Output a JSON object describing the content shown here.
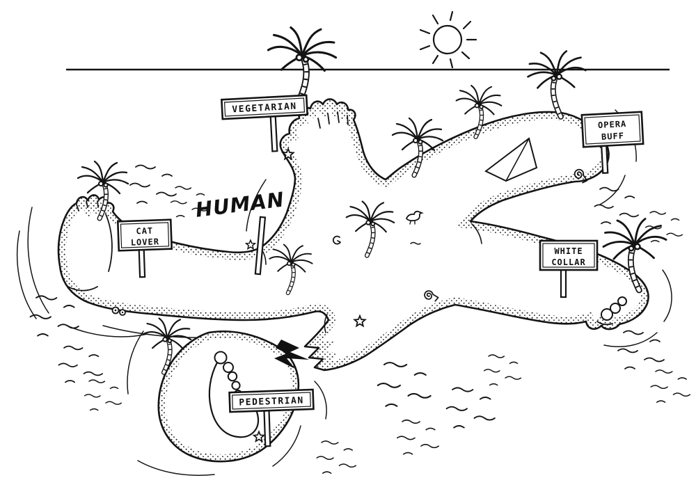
{
  "meta": {
    "colors": {
      "ink": "#141414",
      "paper": "#ffffff"
    },
    "description_labels": {
      "scene_kind": "cartoon-island-shaped-like-human"
    }
  },
  "scene": {
    "signs": {
      "vegetarian": {
        "label": "VEGETARIAN"
      },
      "human": {
        "label": "HUMAN"
      },
      "opera_buff": {
        "line1": "OPERA",
        "line2": "BUFF"
      },
      "cat_lover": {
        "line1": "CAT",
        "line2": "LOVER"
      },
      "white_collar": {
        "line1": "WHITE",
        "line2": "COLLAR"
      },
      "pedestrian": {
        "label": "PEDESTRIAN"
      }
    },
    "decorations": [
      "sun",
      "horizon",
      "palm-trees",
      "starfish",
      "seashells",
      "snails",
      "water-ripples",
      "bird",
      "lightning-break",
      "collar-shape",
      "footprints-toes"
    ]
  }
}
